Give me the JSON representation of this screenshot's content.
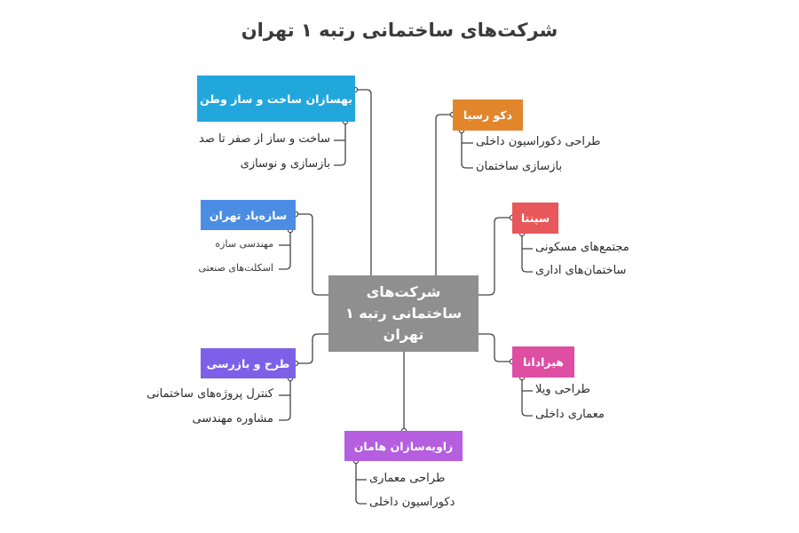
{
  "title": "شرکت‌های ساختمانی رتبه ۱ تهران",
  "center": {
    "label": "شرکت‌های ساختمانی رتبه ۱ تهران"
  },
  "branches": [
    {
      "label": "بهسازان ساخت و ساز وطن",
      "color": "#22a7dc",
      "items": [
        "ساخت و ساز از صفر تا صد",
        "بازسازی و نوسازی"
      ]
    },
    {
      "label": "سازه‌پاد تهران",
      "color": "#4a8de3",
      "items": [
        "مهندسی سازه",
        "اسکلت‌های صنعتی"
      ]
    },
    {
      "label": "طرح و بازرسی",
      "color": "#7c61e8",
      "items": [
        "کنترل پروژه‌های ساختمانی",
        "مشاوره مهندسی"
      ]
    },
    {
      "label": "زاویه‌سازان هامان",
      "color": "#b55ee0",
      "items": [
        "طراحی معماری",
        "دکوراسیون داخلی"
      ]
    },
    {
      "label": "دکو رسبا",
      "color": "#e2862c",
      "items": [
        "طراحی دکوراسیون داخلی",
        "بازسازی ساختمان"
      ]
    },
    {
      "label": "سپنتا",
      "color": "#e8575a",
      "items": [
        "مجتمع‌های مسکونی",
        "ساختمان‌های اداری"
      ]
    },
    {
      "label": "هیرادانا",
      "color": "#de4fa4",
      "items": [
        "طراحی ویلا",
        "معماری داخلی"
      ]
    }
  ]
}
